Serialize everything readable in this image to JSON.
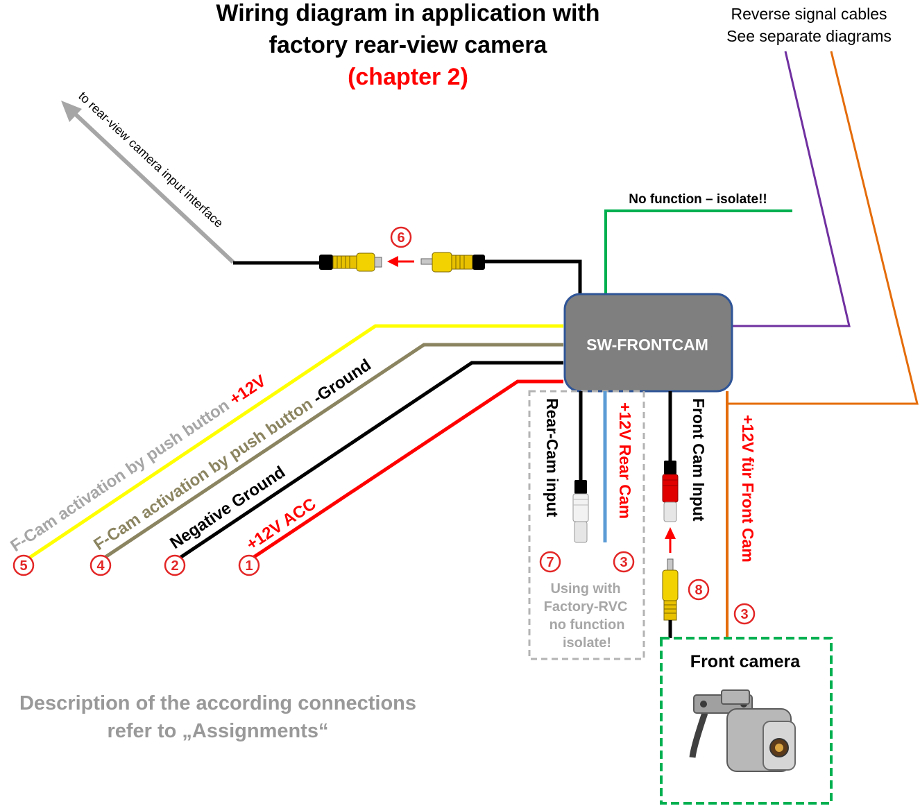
{
  "title": {
    "line1": "Wiring diagram in application with",
    "line2": "factory rear-view camera",
    "line3": "(chapter 2)"
  },
  "reverse_note": {
    "line1": "Reverse signal cables",
    "line2": "See separate diagrams"
  },
  "module": {
    "label": "SW-FRONTCAM"
  },
  "no_function_label": "No function – isolate!!",
  "rear_view_interface_label": "to rear-view camera input interface",
  "wire_labels": {
    "fcam_push_plus_prefix": "F-Cam activation by push button ",
    "fcam_push_plus_suffix": "+12V",
    "fcam_push_ground_prefix": "F-Cam activation by push button ",
    "fcam_push_ground_suffix": "-Ground",
    "negative_ground": "Negative Ground",
    "acc": "+12V  ACC",
    "rear_cam_input": "Rear-Cam input",
    "rear_cam_12v": "+12V  Rear Cam",
    "front_cam_input": "Front Cam Input",
    "front_cam_12v": "+12V  für Front Cam"
  },
  "isolate_note": {
    "line1": "Using with",
    "line2": "Factory-RVC",
    "line3": "no function",
    "line4": "isolate!"
  },
  "front_camera_label": "Front camera",
  "description": {
    "line1": "Description of the according connections",
    "line2": "refer to „Assignments“"
  },
  "markers": {
    "m1": "1",
    "m2": "2",
    "m3a": "3",
    "m3b": "3",
    "m4": "4",
    "m5": "5",
    "m6": "6",
    "m7": "7",
    "m8": "8"
  },
  "colors": {
    "wire_yellow": "#ffff00",
    "wire_khaki": "#8b8460",
    "wire_black": "#000000",
    "wire_red": "#ff0000",
    "wire_green": "#00b050",
    "wire_purple": "#7030a0",
    "wire_orange": "#e46c0a",
    "wire_blue": "#5b9bd5",
    "module_fill": "#7f7f7f",
    "module_border": "#2f5597",
    "marker_red": "#e32626",
    "text_grey": "#999999",
    "frame_green": "#00b050"
  }
}
